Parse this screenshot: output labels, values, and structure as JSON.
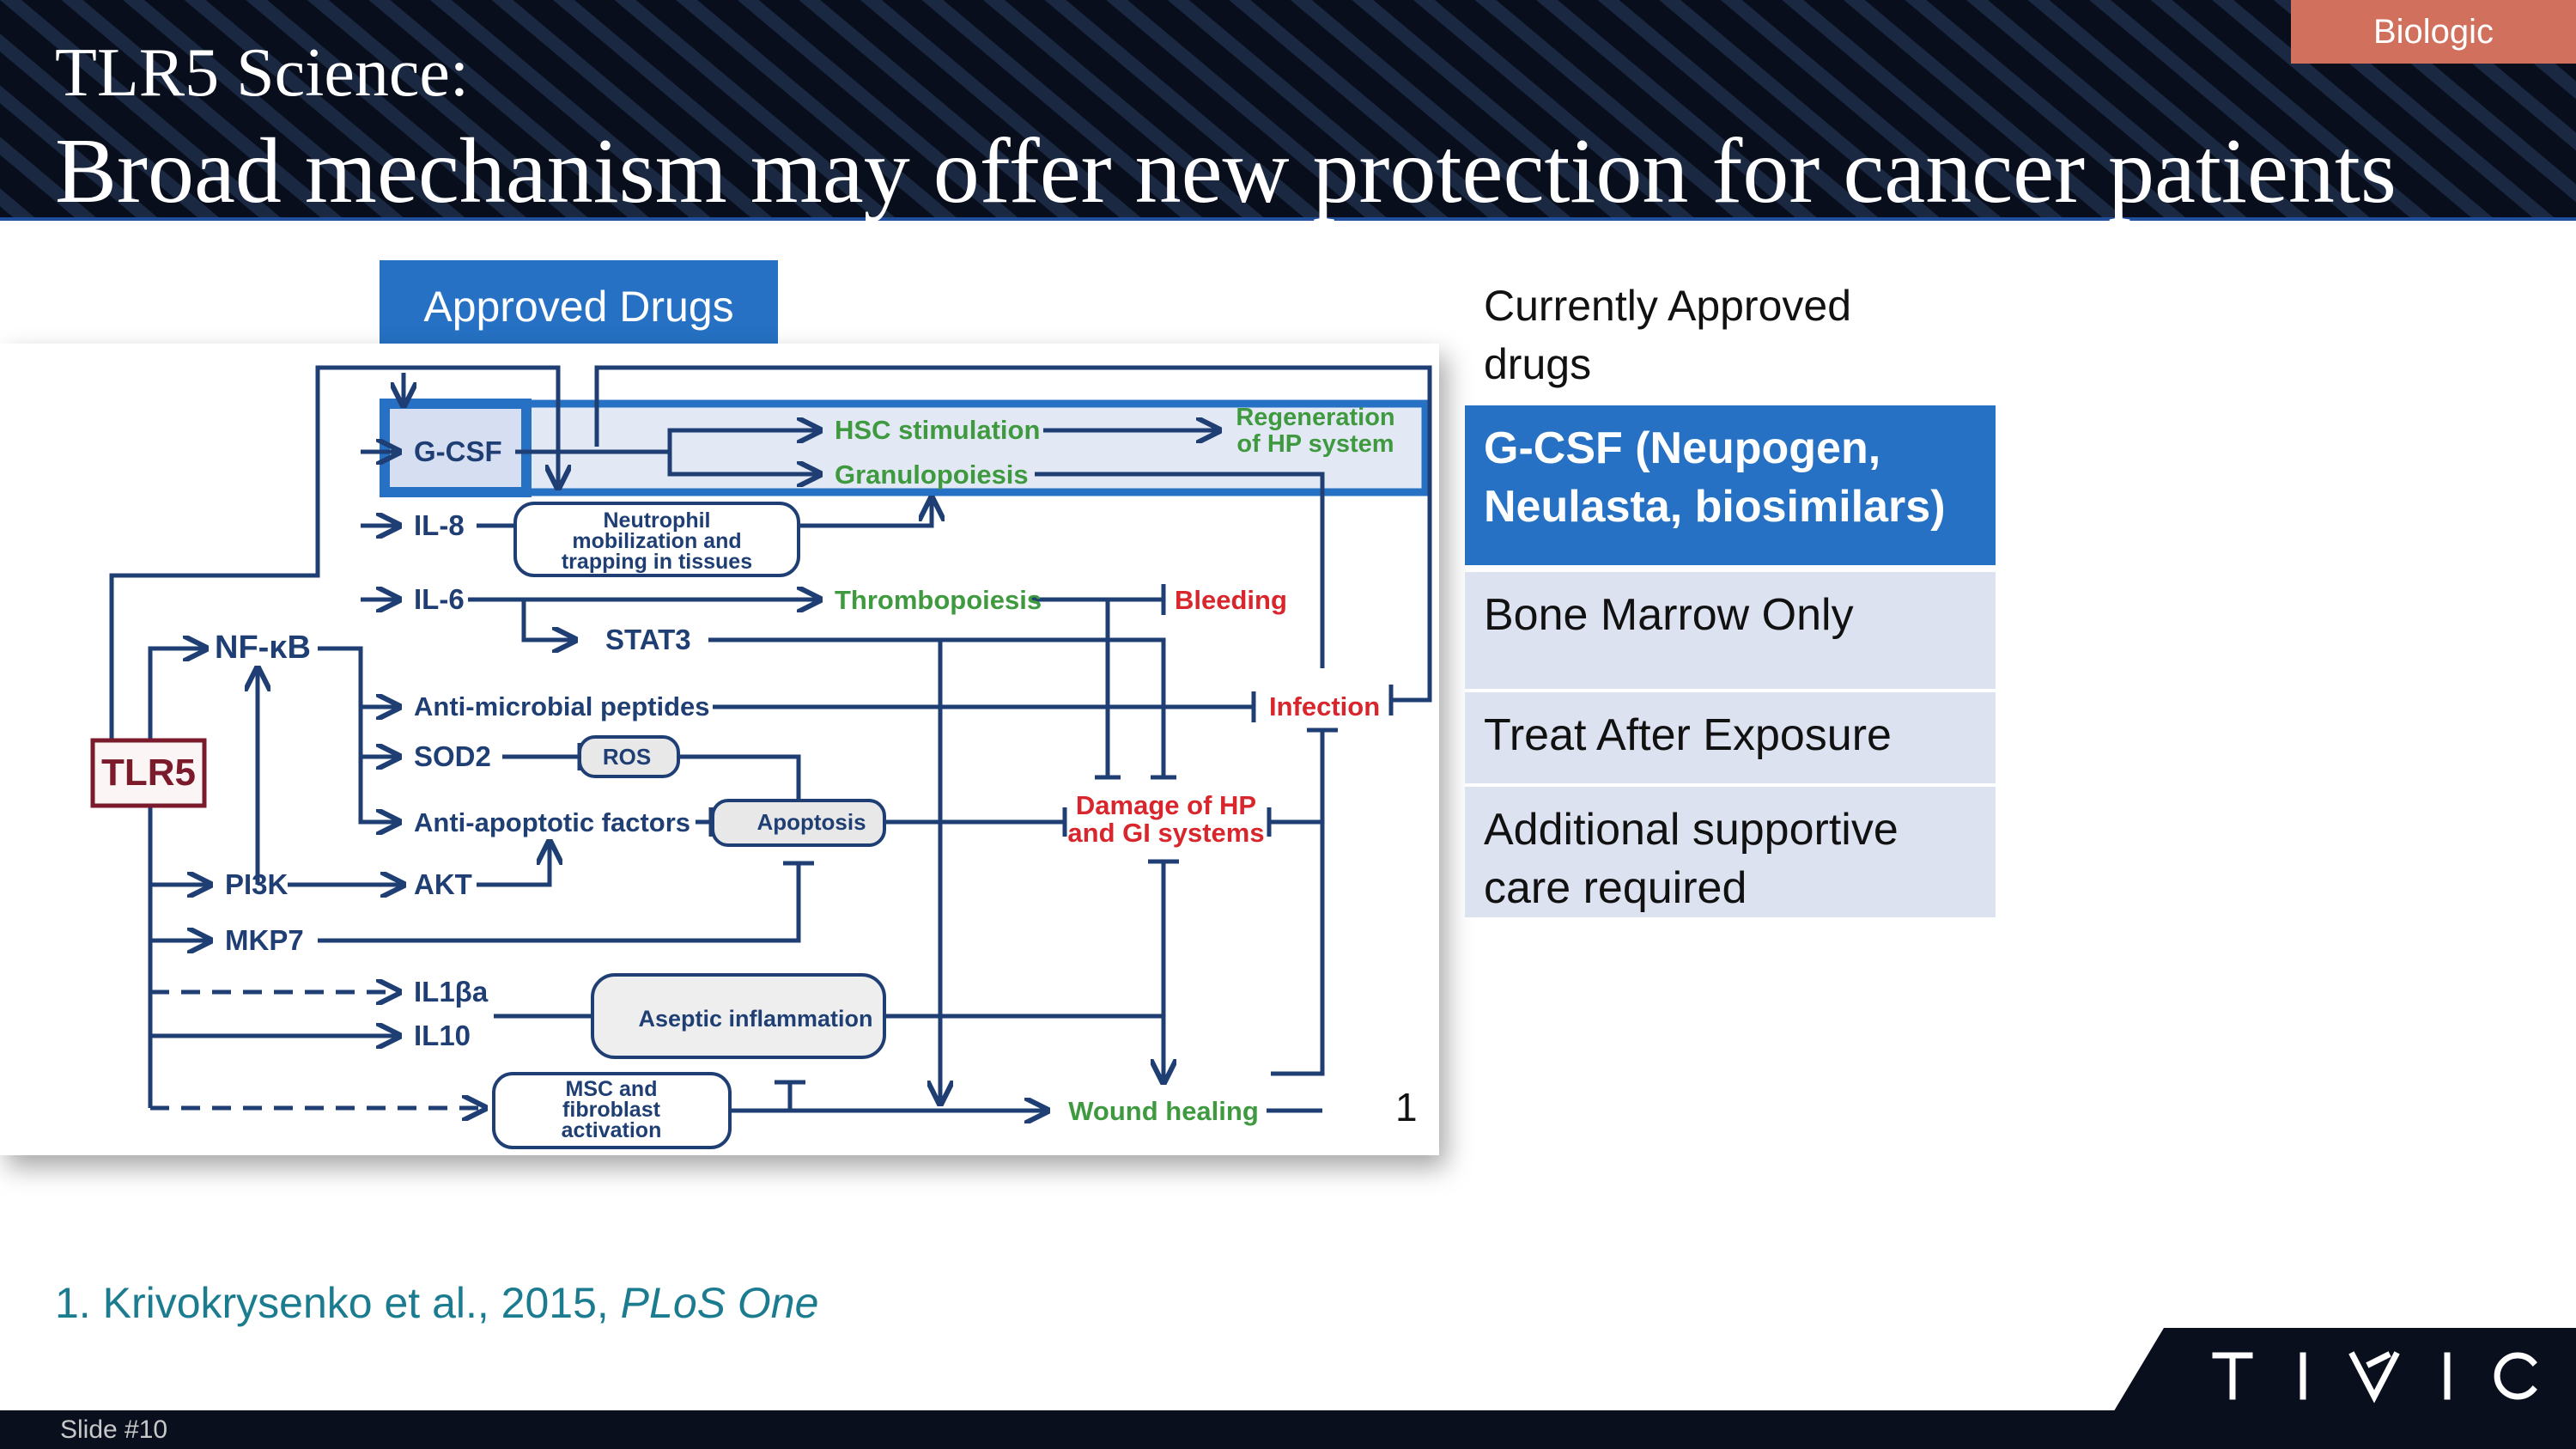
{
  "header": {
    "tag": "Biologic",
    "title_line1": "TLR5 Science:",
    "title_line2": "Broad mechanism may offer new protection for cancer patients"
  },
  "approved_drugs_label": "Approved Drugs",
  "diagram": {
    "nodes": {
      "tlr5": "TLR5",
      "nfkb": "NF-κB",
      "gcsf": "G-CSF",
      "il8": "IL-8",
      "il6": "IL-6",
      "stat3": "STAT3",
      "amp": "Anti-microbial peptides",
      "sod2": "SOD2",
      "ros": "ROS",
      "antiapop": "Anti-apoptotic factors",
      "apoptosis": "Apoptosis",
      "pi3k": "PI3K",
      "akt": "AKT",
      "mkp7": "MKP7",
      "il1b": "IL1βa",
      "il10": "IL10",
      "aseptic": "Aseptic inflammation",
      "msc": [
        "MSC and",
        "fibroblast",
        "activation"
      ],
      "neutro": [
        "Neutrophil",
        "mobilization and",
        "trapping in tissues"
      ],
      "hsc": "HSC stimulation",
      "granulo": "Granulopoiesis",
      "regen": [
        "Regeneration",
        "of HP system"
      ],
      "thrombo": "Thrombopoiesis",
      "bleeding": "Bleeding",
      "infection": "Infection",
      "damage": [
        "Damage of HP",
        "and GI systems"
      ],
      "wound": "Wound healing"
    },
    "footnote_marker": "1",
    "colors": {
      "line": "#1f3f74",
      "green": "#3f9a3f",
      "red": "#d8262c",
      "tlr5": "#7b1a2a",
      "highlight": "#2671c3"
    }
  },
  "right_panel": {
    "heading": "Currently Approved drugs",
    "rows": [
      "G-CSF (Neupogen, Neulasta, biosimilars)",
      "Bone Marrow Only",
      "Treat After Exposure",
      "Additional supportive care required"
    ]
  },
  "citation": {
    "text": "1. Krivokrysenko et al., 2015, ",
    "journal": "PLoS One"
  },
  "footer": {
    "slide_number": "Slide #10",
    "logo": "TIVIC"
  }
}
